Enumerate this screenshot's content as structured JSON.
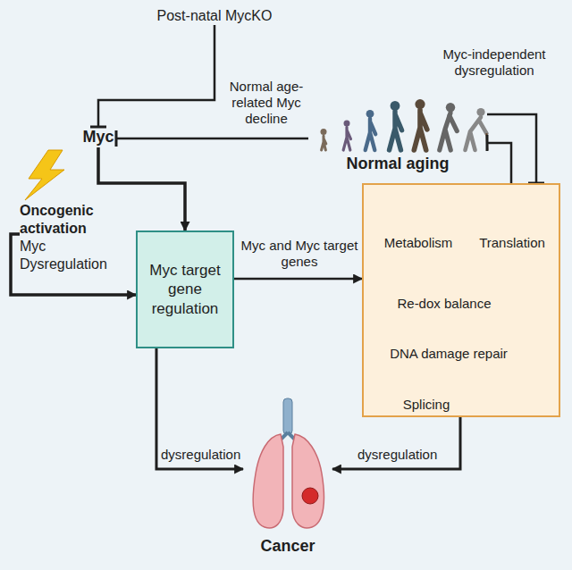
{
  "diagram": {
    "nodes": [
      {
        "text": [
          "Post-natal MycKO"
        ]
      },
      {
        "text": [
          "Myc"
        ]
      },
      {
        "text": [
          "Normal aging"
        ]
      },
      {
        "text": [
          "Oncogenic activation",
          "Myc Dysregulation"
        ]
      },
      {
        "text": [
          "Myc target gene regulation"
        ]
      },
      {
        "text": [
          "Metabolism",
          "Translation",
          "Re-dox balance",
          "DNA damage repair",
          "Splicing"
        ]
      },
      {
        "text": [
          "Cancer"
        ]
      }
    ],
    "edges": [
      {
        "from": 0,
        "to": 1,
        "arrow": "to"
      },
      {
        "from": 2,
        "to": 1,
        "label": "Normal age-related Myc decline",
        "arrow": "to"
      },
      {
        "from": 2,
        "to": 5,
        "label": "Myc-independent dysregulation",
        "arrow": "to"
      },
      {
        "from": 5,
        "to": 2,
        "arrow": "to"
      },
      {
        "from": 1,
        "to": 4,
        "arrow": "to"
      },
      {
        "from": 3,
        "to": 4,
        "arrow": "to"
      },
      {
        "from": 4,
        "to": 5,
        "label": "Myc and Myc target genes",
        "arrow": "to"
      },
      {
        "from": 4,
        "to": 6,
        "label": "dysregulation",
        "arrow": "to"
      },
      {
        "from": 5,
        "to": 6,
        "label": "dysregulation",
        "arrow": "to"
      }
    ]
  }
}
